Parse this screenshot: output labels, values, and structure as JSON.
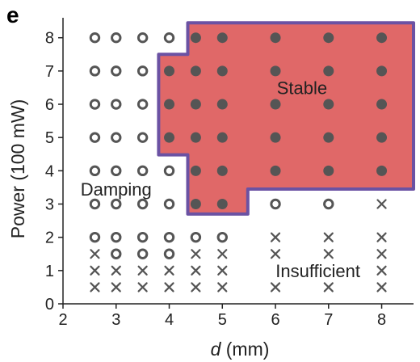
{
  "panel_letter": "e",
  "chart_data": {
    "type": "scatter",
    "xlabel_var": "d",
    "xlabel_unit": " (mm)",
    "ylabel": "Power (100 mW)",
    "xlim": [
      2,
      8.6
    ],
    "ylim": [
      0,
      8.6
    ],
    "x_ticks": [
      2,
      3,
      4,
      5,
      6,
      7,
      8
    ],
    "y_ticks": [
      0,
      1,
      2,
      3,
      4,
      5,
      6,
      7,
      8
    ],
    "colors": {
      "stable_fill": "#e06868",
      "stable_border": "#6b52a3",
      "marker": "#555555"
    },
    "regions": [
      {
        "name": "Stable",
        "label_at": [
          6.5,
          6.5
        ],
        "polygon": [
          [
            4.35,
            8.45
          ],
          [
            8.6,
            8.45
          ],
          [
            8.6,
            3.45
          ],
          [
            5.48,
            3.45
          ],
          [
            5.48,
            2.7
          ],
          [
            4.35,
            2.7
          ],
          [
            4.35,
            4.48
          ],
          [
            3.8,
            4.48
          ],
          [
            3.8,
            7.5
          ],
          [
            4.35,
            7.5
          ]
        ]
      },
      {
        "name": "Damping",
        "label_at": [
          3.0,
          3.45
        ]
      },
      {
        "name": "Insufficient",
        "label_at": [
          6.8,
          1.0
        ]
      }
    ],
    "series": [
      {
        "marker": "filled-circle",
        "points": [
          [
            4.5,
            8
          ],
          [
            5.0,
            8
          ],
          [
            6.0,
            8
          ],
          [
            7.0,
            8
          ],
          [
            8.0,
            8
          ],
          [
            4.0,
            7
          ],
          [
            4.5,
            7
          ],
          [
            5.0,
            7
          ],
          [
            6.0,
            7
          ],
          [
            7.0,
            7
          ],
          [
            8.0,
            7
          ],
          [
            4.0,
            6
          ],
          [
            4.5,
            6
          ],
          [
            5.0,
            6
          ],
          [
            6.0,
            6
          ],
          [
            7.0,
            6
          ],
          [
            8.0,
            6
          ],
          [
            4.0,
            5
          ],
          [
            4.5,
            5
          ],
          [
            5.0,
            5
          ],
          [
            6.0,
            5
          ],
          [
            7.0,
            5
          ],
          [
            8.0,
            5
          ],
          [
            4.5,
            4
          ],
          [
            5.0,
            4
          ],
          [
            6.0,
            4
          ],
          [
            7.0,
            4
          ],
          [
            8.0,
            4
          ],
          [
            4.5,
            3
          ],
          [
            5.0,
            3
          ]
        ]
      },
      {
        "marker": "open-circle",
        "points": [
          [
            2.6,
            8
          ],
          [
            3.0,
            8
          ],
          [
            3.5,
            8
          ],
          [
            4.0,
            8
          ],
          [
            2.6,
            7
          ],
          [
            3.0,
            7
          ],
          [
            3.5,
            7
          ],
          [
            2.6,
            6
          ],
          [
            3.0,
            6
          ],
          [
            3.5,
            6
          ],
          [
            2.6,
            5
          ],
          [
            3.0,
            5
          ],
          [
            3.5,
            5
          ],
          [
            2.6,
            4
          ],
          [
            3.0,
            4
          ],
          [
            3.5,
            4
          ],
          [
            4.0,
            4
          ],
          [
            2.6,
            3
          ],
          [
            3.0,
            3
          ],
          [
            3.5,
            3
          ],
          [
            4.0,
            3
          ],
          [
            6.0,
            3
          ],
          [
            7.0,
            3
          ],
          [
            2.6,
            2
          ],
          [
            3.0,
            2
          ],
          [
            3.5,
            2
          ],
          [
            4.0,
            2
          ],
          [
            4.5,
            2
          ],
          [
            5.0,
            2
          ],
          [
            3.0,
            1.5
          ],
          [
            3.5,
            1.5
          ],
          [
            4.0,
            1.5
          ]
        ]
      },
      {
        "marker": "cross",
        "points": [
          [
            8.0,
            3
          ],
          [
            6.0,
            2
          ],
          [
            7.0,
            2
          ],
          [
            8.0,
            2
          ],
          [
            2.6,
            1.5
          ],
          [
            4.5,
            1.5
          ],
          [
            5.0,
            1.5
          ],
          [
            6.0,
            1.5
          ],
          [
            7.0,
            1.5
          ],
          [
            8.0,
            1.5
          ],
          [
            2.6,
            1.0
          ],
          [
            3.0,
            1.0
          ],
          [
            3.5,
            1.0
          ],
          [
            4.0,
            1.0
          ],
          [
            4.5,
            1.0
          ],
          [
            5.0,
            1.0
          ],
          [
            8.0,
            1.0
          ],
          [
            2.6,
            0.5
          ],
          [
            3.0,
            0.5
          ],
          [
            3.5,
            0.5
          ],
          [
            4.0,
            0.5
          ],
          [
            4.5,
            0.5
          ],
          [
            5.0,
            0.5
          ],
          [
            6.0,
            0.5
          ],
          [
            7.0,
            0.5
          ],
          [
            8.0,
            0.5
          ]
        ]
      }
    ]
  }
}
